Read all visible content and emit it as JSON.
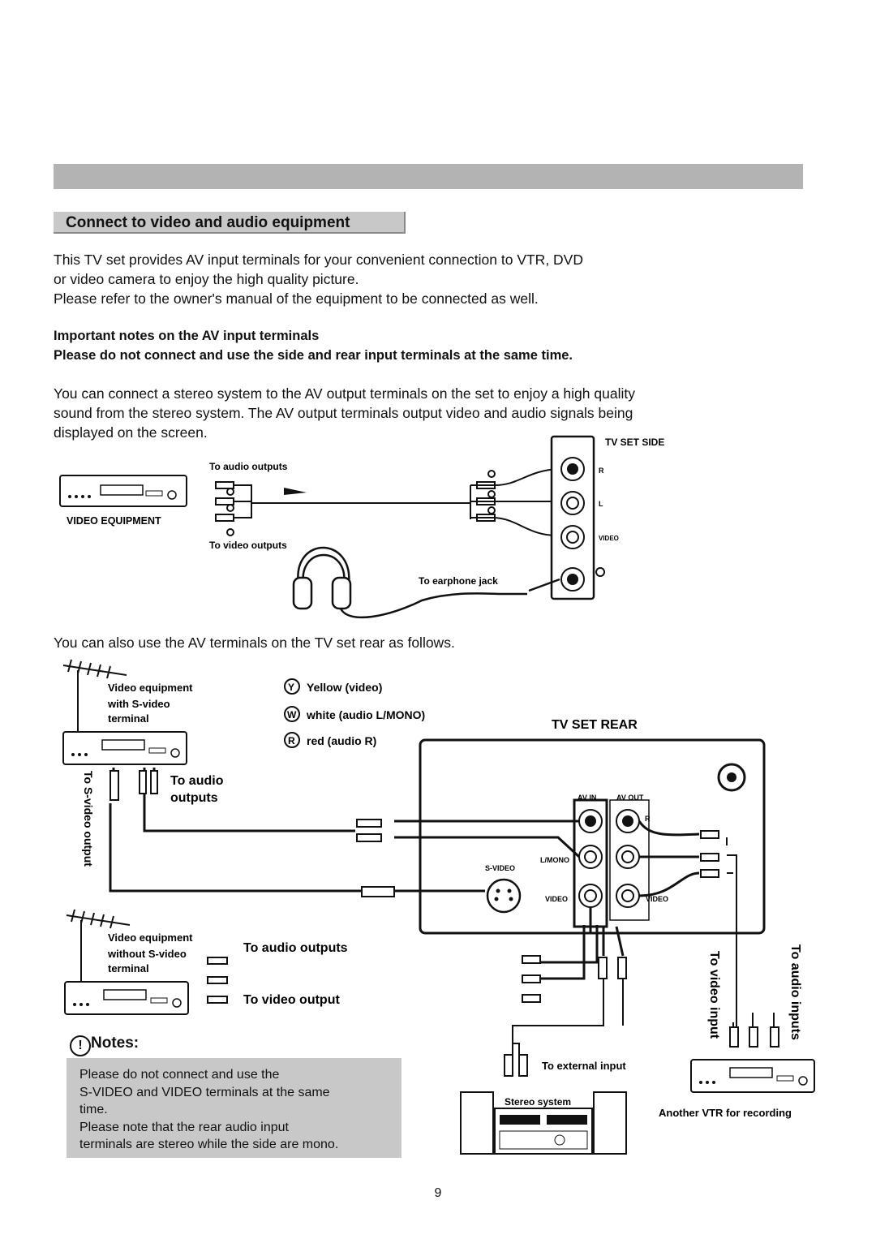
{
  "section": {
    "title": "Connect to video and audio equipment"
  },
  "intro": {
    "line1": "This TV set provides AV input terminals for your convenient connection to VTR, DVD",
    "line2": "or video camera to enjoy the high quality picture.",
    "line3": "Please refer to the owner's manual of the equipment to be connected as well."
  },
  "important": {
    "heading": "Important notes on the AV input terminals",
    "warning": "Please do not connect and use the side and rear input terminals at the same time."
  },
  "stereo": {
    "line1": "You can connect a stereo system to the AV output terminals on the set to enjoy a high quality",
    "line2": "sound from the stereo system. The AV output terminals output video and audio signals being",
    "line3": "displayed on the screen."
  },
  "side_diagram": {
    "tv_set_side": "TV SET SIDE",
    "to_audio_outputs": "To audio outputs",
    "video_equipment": "VIDEO EQUIPMENT",
    "to_video_outputs": "To video outputs",
    "to_earphone_jack": "To earphone jack",
    "r": "R",
    "l": "L",
    "video": "VIDEO"
  },
  "rear_intro": "You can also use the AV terminals on the TV set rear as follows.",
  "rear_diagram": {
    "video_equipment_with": "Video equipment",
    "with_svideo": "with S-video",
    "terminal": "terminal",
    "legend_y": "Yellow (video)",
    "legend_w": "white (audio L/MONO)",
    "legend_r": "red (audio R)",
    "tv_set_rear": "TV SET REAR",
    "to_audio": "To audio",
    "outputs": "outputs",
    "to_svideo_output": "To S-video output",
    "av_in": "AV IN",
    "av_out": "AV OUT",
    "r": "R",
    "lmono": "L/MONO",
    "svideo": "S-VIDEO",
    "video_in": "VIDEO",
    "video_out": "VIDEO",
    "video_equipment_without": "Video equipment",
    "without_svideo": "without S-video",
    "terminal2": "terminal",
    "to_audio_outputs": "To audio outputs",
    "to_video_output": "To video output",
    "to_video_input": "To video input",
    "to_audio_inputs": "To audio inputs",
    "to_external_input": "To external input",
    "stereo_system": "Stereo system",
    "another_vtr": "Another VTR for recording"
  },
  "notes": {
    "title": "Notes:",
    "icon": "!",
    "text1": "Please do not connect and use the\nS-VIDEO and VIDEO terminals at the same\ntime.",
    "text2": "Please note that the rear audio input\nterminals are stereo while the side are mono."
  },
  "page_number": "9"
}
